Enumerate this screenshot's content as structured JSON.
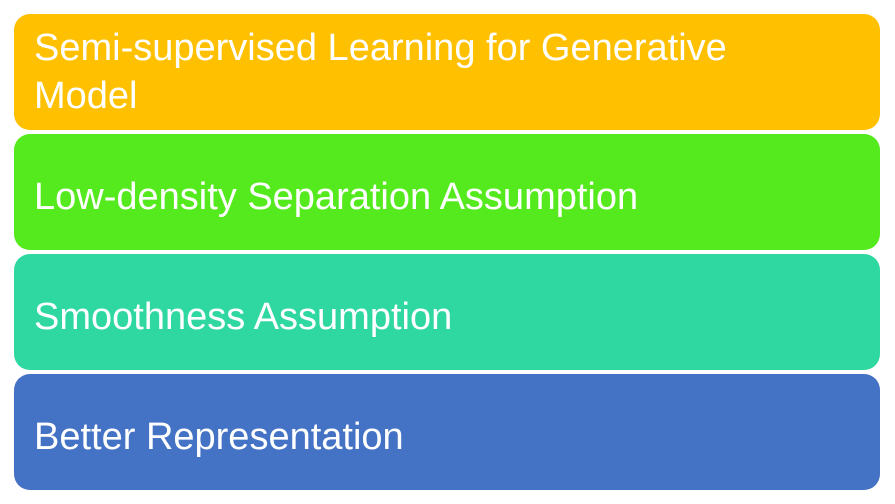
{
  "blocks": [
    {
      "label": "Semi-supervised Learning for Generative Model",
      "color": "#FFC000"
    },
    {
      "label": "Low-density Separation Assumption",
      "color": "#55EA1D"
    },
    {
      "label": "Smoothness Assumption",
      "color": "#2ED8A0"
    },
    {
      "label": "Better Representation",
      "color": "#4472C4"
    }
  ]
}
